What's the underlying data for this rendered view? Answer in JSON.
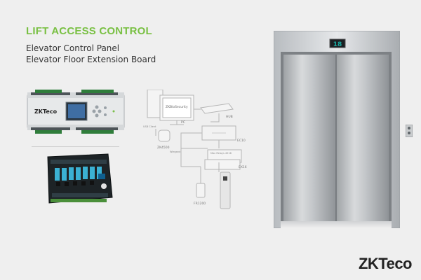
{
  "header": {
    "title": "LIFT ACCESS CONTROL",
    "line1": "Elevator Control Panel",
    "line2": "Elevator Floor Extension Board"
  },
  "panel": {
    "logo": "ZKTeco"
  },
  "diagram": {
    "software": "ZKBioSecurity",
    "pc": "PC",
    "hub": "HUB",
    "usb": "USB Client",
    "enroller": "ZK4500",
    "controller": "EC10",
    "extension": "EX16",
    "bus": "Max Relays 4516",
    "wiegand": "Wiegand",
    "reader": "FR1200"
  },
  "elevator": {
    "display": "18"
  },
  "brand": {
    "name": "ZKTeco"
  },
  "colors": {
    "accent": "#79c043",
    "display": "#1aa8a0"
  }
}
